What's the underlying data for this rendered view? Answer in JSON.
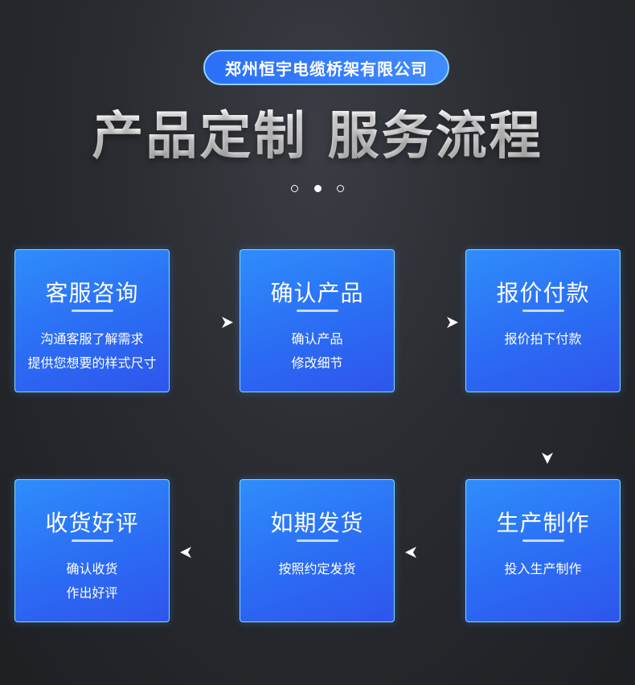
{
  "header": {
    "company": "郑州恒宇电缆桥架有限公司",
    "title": "产品定制 服务流程"
  },
  "steps": [
    {
      "title": "客服咨询",
      "lines": [
        "沟通客服了解需求",
        "提供您想要的样式尺寸"
      ]
    },
    {
      "title": "确认产品",
      "lines": [
        "确认产品",
        "修改细节"
      ]
    },
    {
      "title": "报价付款",
      "lines": [
        "报价拍下付款"
      ]
    },
    {
      "title": "生产制作",
      "lines": [
        "投入生产制作"
      ]
    },
    {
      "title": "如期发货",
      "lines": [
        "按照约定发货"
      ]
    },
    {
      "title": "收货好评",
      "lines": [
        "确认收货",
        "作出好评"
      ]
    }
  ],
  "colors": {
    "accent": "#2b6cf4",
    "card_border": "#7fd9ff",
    "pill_border": "#8fd0ff"
  }
}
